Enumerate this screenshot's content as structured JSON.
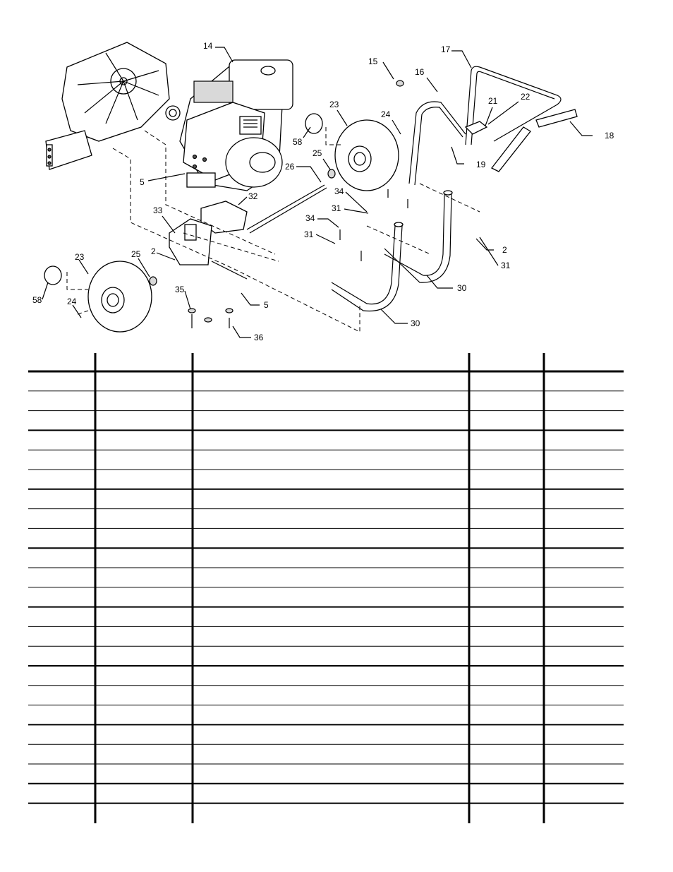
{
  "callouts": [
    {
      "id": "c14",
      "text": "14"
    },
    {
      "id": "c15",
      "text": "15"
    },
    {
      "id": "c16",
      "text": "16"
    },
    {
      "id": "c17",
      "text": "17"
    },
    {
      "id": "c18",
      "text": "18"
    },
    {
      "id": "c19",
      "text": "19"
    },
    {
      "id": "c21",
      "text": "21"
    },
    {
      "id": "c22",
      "text": "22"
    },
    {
      "id": "c23a",
      "text": "23"
    },
    {
      "id": "c24a",
      "text": "24"
    },
    {
      "id": "c58a",
      "text": "58"
    },
    {
      "id": "c25a",
      "text": "25"
    },
    {
      "id": "c26",
      "text": "26"
    },
    {
      "id": "c5a",
      "text": "5"
    },
    {
      "id": "c32",
      "text": "32"
    },
    {
      "id": "c33",
      "text": "33"
    },
    {
      "id": "c2a",
      "text": "2"
    },
    {
      "id": "c34a",
      "text": "34"
    },
    {
      "id": "c31a",
      "text": "31"
    },
    {
      "id": "c34b",
      "text": "34"
    },
    {
      "id": "c31b",
      "text": "31"
    },
    {
      "id": "c2b",
      "text": "2"
    },
    {
      "id": "c31c",
      "text": "31"
    },
    {
      "id": "c30a",
      "text": "30"
    },
    {
      "id": "c30b",
      "text": "30"
    },
    {
      "id": "c23b",
      "text": "23"
    },
    {
      "id": "c25b",
      "text": "25"
    },
    {
      "id": "c58b",
      "text": "58"
    },
    {
      "id": "c24b",
      "text": "24"
    },
    {
      "id": "c35",
      "text": "35"
    },
    {
      "id": "c5b",
      "text": "5"
    },
    {
      "id": "c36",
      "text": "36"
    }
  ],
  "parts_table": {
    "columns": [
      "",
      "",
      "",
      "",
      ""
    ],
    "rows": [
      [
        "",
        "",
        "",
        "",
        ""
      ],
      [
        "",
        "",
        "",
        "",
        ""
      ],
      [
        "",
        "",
        "",
        "",
        ""
      ],
      [
        "",
        "",
        "",
        "",
        ""
      ],
      [
        "",
        "",
        "",
        "",
        ""
      ],
      [
        "",
        "",
        "",
        "",
        ""
      ],
      [
        "",
        "",
        "",
        "",
        ""
      ],
      [
        "",
        "",
        "",
        "",
        ""
      ],
      [
        "",
        "",
        "",
        "",
        ""
      ],
      [
        "",
        "",
        "",
        "",
        ""
      ],
      [
        "",
        "",
        "",
        "",
        ""
      ],
      [
        "",
        "",
        "",
        "",
        ""
      ],
      [
        "",
        "",
        "",
        "",
        ""
      ],
      [
        "",
        "",
        "",
        "",
        ""
      ],
      [
        "",
        "",
        "",
        "",
        ""
      ],
      [
        "",
        "",
        "",
        "",
        ""
      ],
      [
        "",
        "",
        "",
        "",
        ""
      ],
      [
        "",
        "",
        "",
        "",
        ""
      ],
      [
        "",
        "",
        "",
        "",
        ""
      ],
      [
        "",
        "",
        "",
        "",
        ""
      ],
      [
        "",
        "",
        "",
        "",
        ""
      ],
      [
        "",
        "",
        "",
        "",
        ""
      ]
    ]
  }
}
